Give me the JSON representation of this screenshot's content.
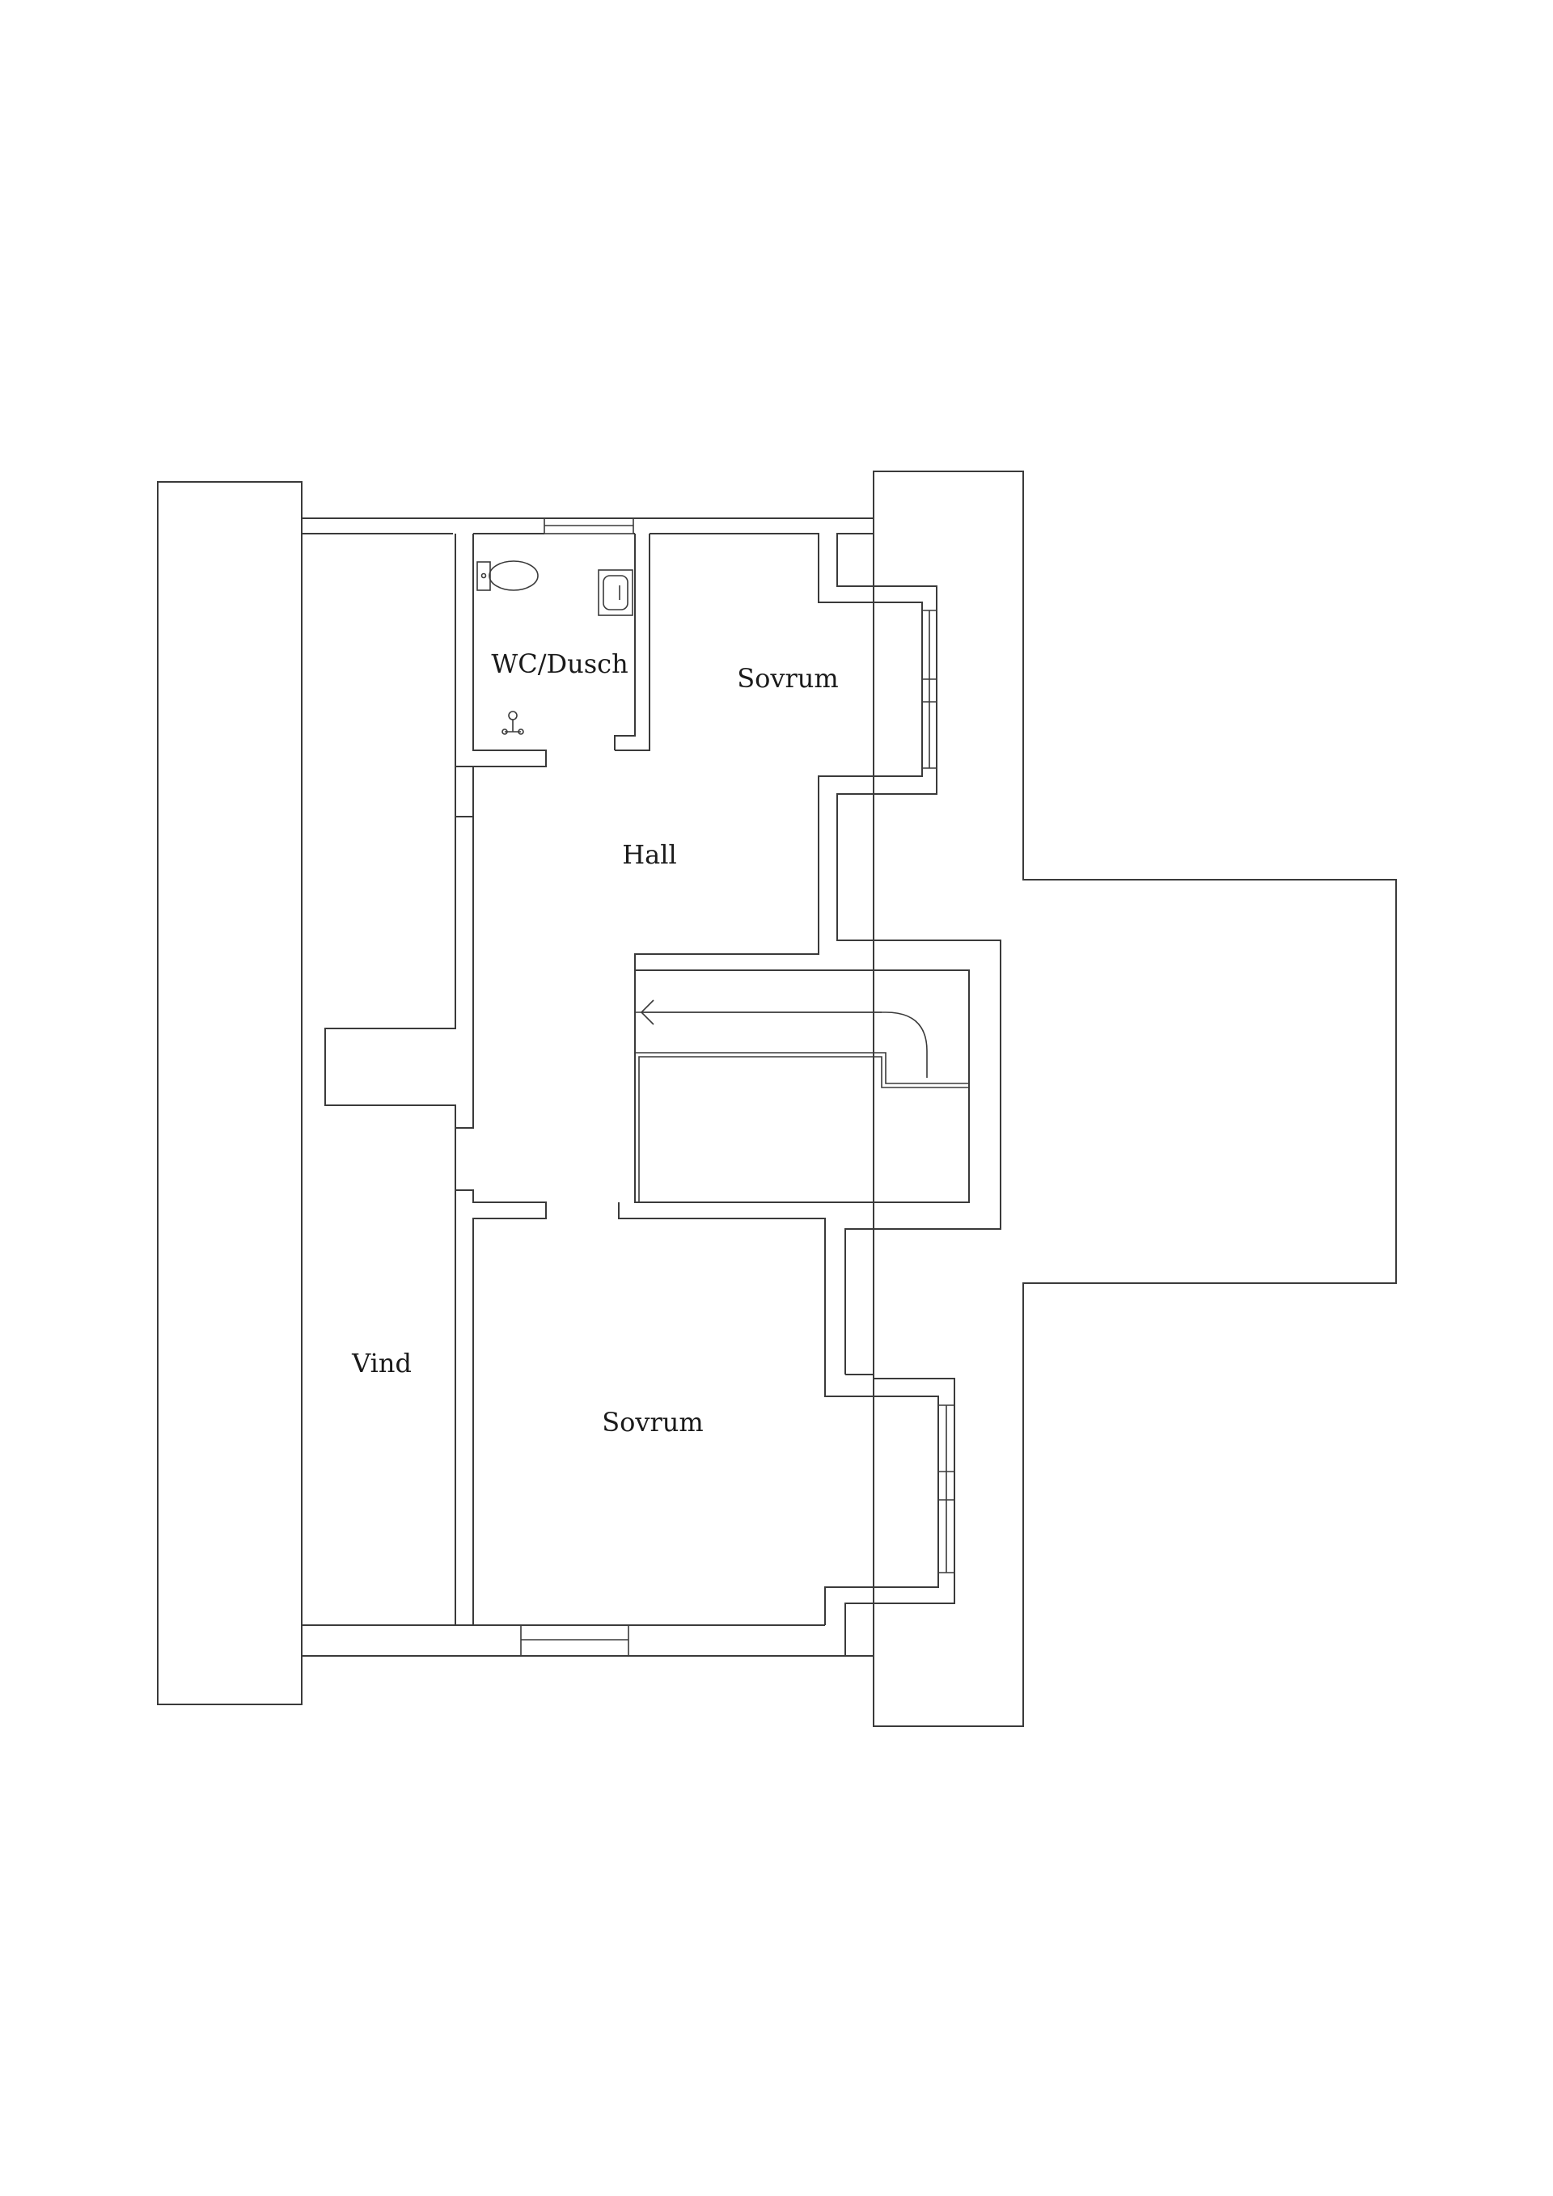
{
  "rooms": {
    "wc": "WC/Dusch",
    "bedroom_north": "Sovrum",
    "hall": "Hall",
    "attic": "Vind",
    "bedroom_south": "Sovrum"
  },
  "colors": {
    "line": "#3a3a3a",
    "background": "#ffffff"
  },
  "icons": [
    "toilet-icon",
    "washbasin-icon",
    "shower-icon",
    "stair-arrow-icon"
  ]
}
